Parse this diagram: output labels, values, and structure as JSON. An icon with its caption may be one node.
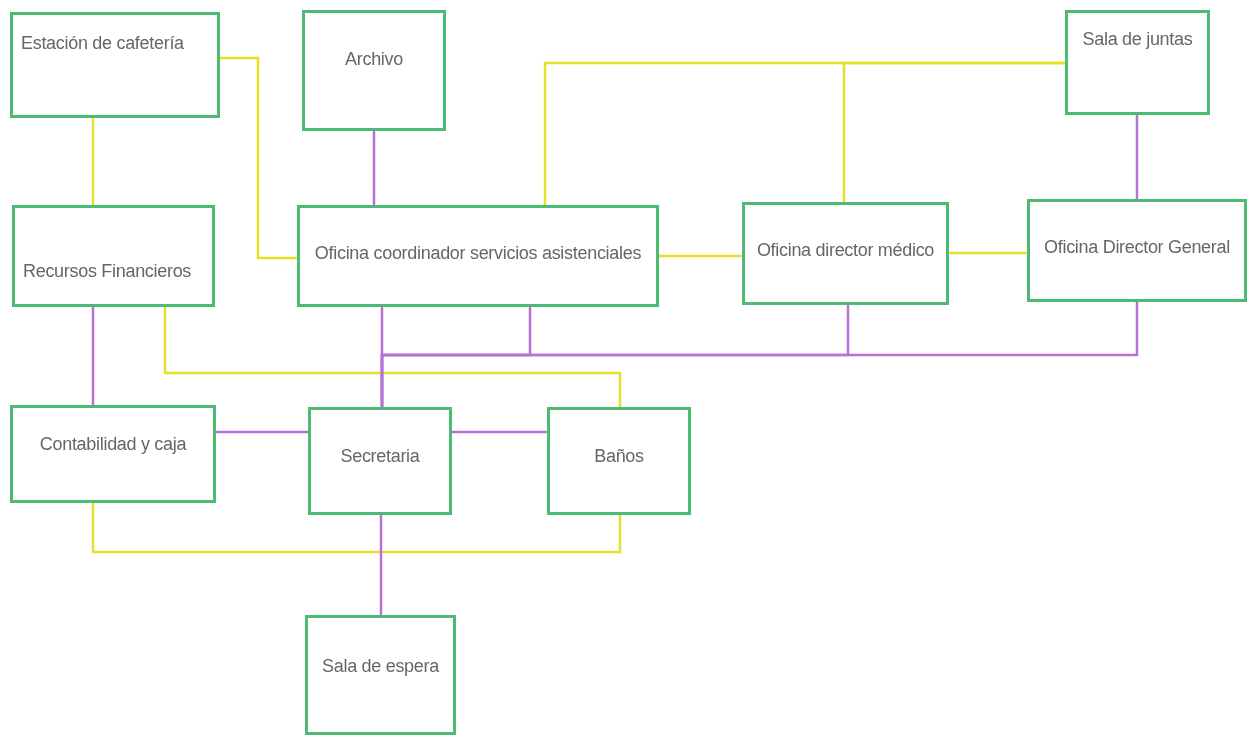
{
  "diagram": {
    "nodes": [
      {
        "text": [
          "Estación de cafetería"
        ]
      },
      {
        "text": [
          "Archivo"
        ]
      },
      {
        "text": [
          "Sala de juntas"
        ]
      },
      {
        "text": [
          "Recursos Financieros"
        ]
      },
      {
        "text": [
          "Oficina coordinador servicios asistenciales"
        ]
      },
      {
        "text": [
          "Oficina director médico"
        ]
      },
      {
        "text": [
          "Oficina Director General"
        ]
      },
      {
        "text": [
          "Contabilidad y caja"
        ]
      },
      {
        "text": [
          "Secretaria"
        ]
      },
      {
        "text": [
          "Baños"
        ]
      },
      {
        "text": [
          "Sala de espera"
        ]
      }
    ],
    "edges": [
      {
        "from": 0,
        "to": 4,
        "arrow": "none",
        "color": "#e6e02a"
      },
      {
        "from": 0,
        "to": 3,
        "arrow": "none",
        "color": "#e6e02a"
      },
      {
        "from": 1,
        "to": 4,
        "arrow": "none"
      },
      {
        "from": 4,
        "to": 2,
        "arrow": "none",
        "color": "#e6e02a"
      },
      {
        "from": 5,
        "to": 2,
        "arrow": "none",
        "color": "#e6e02a"
      },
      {
        "from": 4,
        "to": 5,
        "arrow": "none",
        "color": "#e6e02a"
      },
      {
        "from": 5,
        "to": 6,
        "arrow": "none",
        "color": "#e6e02a"
      },
      {
        "from": 2,
        "to": 6,
        "arrow": "none"
      },
      {
        "from": 3,
        "to": 7,
        "arrow": "none"
      },
      {
        "from": 3,
        "to": 9,
        "arrow": "none",
        "color": "#e6e02a"
      },
      {
        "from": 4,
        "to": 8,
        "arrow": "none"
      },
      {
        "from": 4,
        "to": 8,
        "arrow": "none"
      },
      {
        "from": 5,
        "to": 8,
        "arrow": "none"
      },
      {
        "from": 6,
        "to": 8,
        "arrow": "none"
      },
      {
        "from": 7,
        "to": 8,
        "arrow": "none"
      },
      {
        "from": 8,
        "to": 9,
        "arrow": "none"
      },
      {
        "from": 7,
        "to": 9,
        "arrow": "none",
        "color": "#e6e02a"
      },
      {
        "from": 8,
        "to": 10,
        "arrow": "none"
      }
    ]
  }
}
